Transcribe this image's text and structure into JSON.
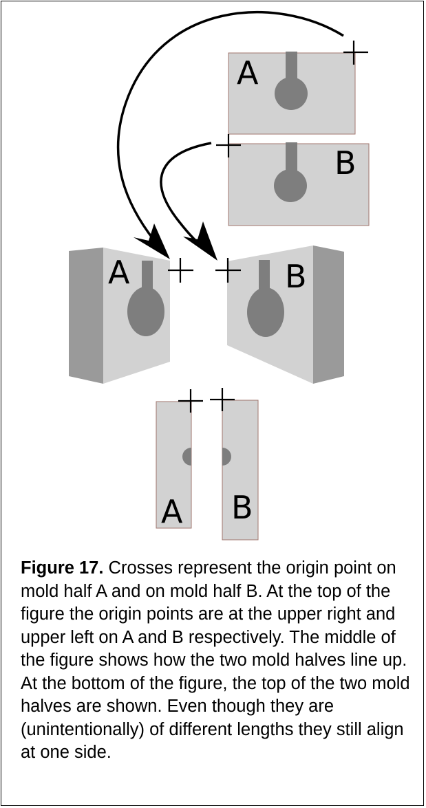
{
  "figure": {
    "labels": {
      "top_a": "A",
      "top_b": "B",
      "mid_a": "A",
      "mid_b": "B",
      "bottom_a": "A",
      "bottom_b": "B"
    },
    "caption_lead": "Figure 17.",
    "caption_text": " Crosses represent the origin point on mold half A and on mold half B.  At the top of the figure the origin points are at the upper right and upper left on A and B respectively.  The middle of the figure shows how the two mold halves line up.  At the bottom of the figure, the top of the two mold halves are shown. Even though they are (unintentionally) of different lengths they still align at one side."
  },
  "colors": {
    "block_fill": "#d2d2d2",
    "block_side": "#9a9a9a",
    "cavity": "#7e7e7e",
    "block_stroke": "#a0766e"
  }
}
